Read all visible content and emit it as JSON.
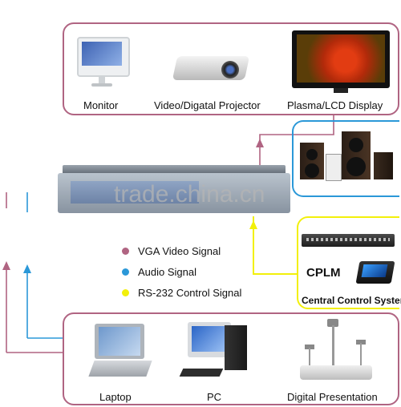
{
  "displays": {
    "monitor_label": "Monitor",
    "projector_label": "Video/Digatal Projector",
    "plasma_label": "Plasma/LCD Display"
  },
  "legend": {
    "vga": "VGA Video Signal",
    "audio": "Audio Signal",
    "rs232": "RS-232 Control Signal"
  },
  "control": {
    "cplm": "CPLM",
    "caption": "Central Control System"
  },
  "sources": {
    "laptop_label": "Laptop",
    "pc_label": "PC",
    "presentation_label": "Digital Presentation"
  },
  "watermark": "trade.china.cn",
  "colors": {
    "vga": "#b06482",
    "audio": "#2b98d8",
    "rs232": "#f2f00a"
  }
}
